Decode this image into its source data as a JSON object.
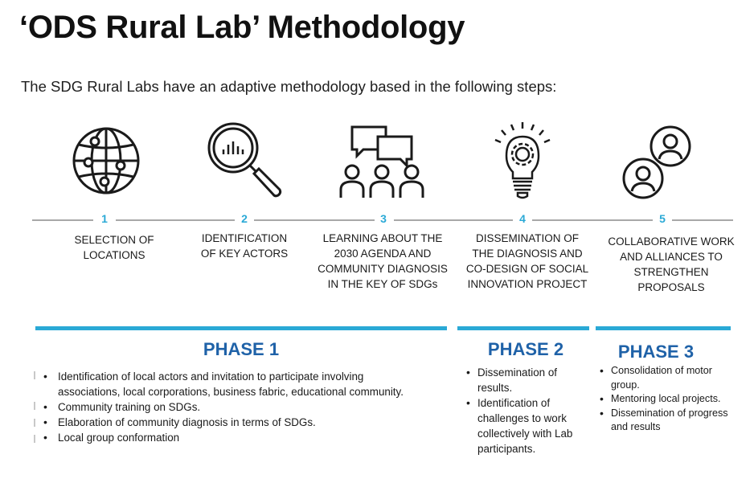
{
  "title": "‘ODS Rural Lab’ Methodology",
  "subtitle": "The SDG Rural Labs have an adaptive methodology based in the following steps:",
  "steps": [
    {
      "number": "1",
      "label": "SELECTION OF\nLOCATIONS",
      "icon": "globe-icon"
    },
    {
      "number": "2",
      "label": "IDENTIFICATION\nOF KEY ACTORS",
      "icon": "magnifier-chart-icon"
    },
    {
      "number": "3",
      "label": "LEARNING ABOUT THE\n2030 AGENDA AND\nCOMMUNITY DIAGNOSIS\nIN THE KEY OF SDGs",
      "icon": "group-discussion-icon"
    },
    {
      "number": "4",
      "label": "DISSEMINATION OF\nTHE DIAGNOSIS AND\nCO-DESIGN OF SOCIAL\nINNOVATION PROJECT",
      "icon": "lightbulb-gear-icon"
    },
    {
      "number": "5",
      "label": "COLLABORATIVE WORK\nAND ALLIANCES TO\nSTRENGTHEN PROPOSALS",
      "icon": "two-users-icon"
    }
  ],
  "phases": [
    {
      "title": "PHASE 1",
      "items": [
        "Identification of local actors and invitation to participate involving associations, local corporations, business fabric, educational community.",
        "Community training on SDGs.",
        "Elaboration of community  diagnosis in terms of SDGs.",
        "Local group conformation"
      ]
    },
    {
      "title": "PHASE 2",
      "items": [
        "Dissemination of results.",
        "Identification of challenges to work collectively with Lab participants."
      ]
    },
    {
      "title": "PHASE 3",
      "items": [
        "Consolidation of motor group.",
        "Mentoring local projects.",
        "Dissemination of progress and results"
      ]
    }
  ],
  "colors": {
    "accent": "#2aa9d6",
    "phase_title": "#1f62a8",
    "line": "#8c8c8c",
    "icon": "#1a1a1a"
  }
}
